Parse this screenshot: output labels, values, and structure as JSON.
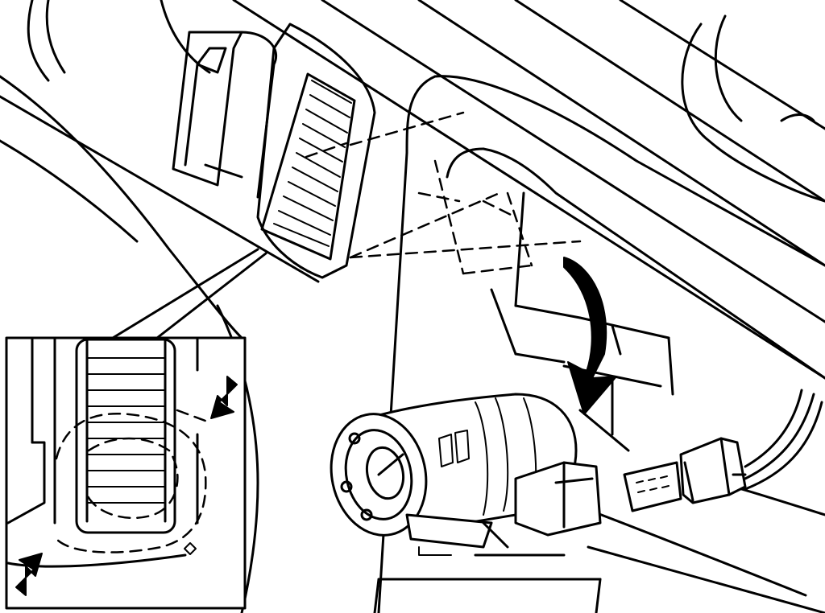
{
  "figure": {
    "background": "#ffffff",
    "line_color": "#000000",
    "parts": [
      "dashboard-panel",
      "air-vent",
      "ignition-lock-cylinder",
      "electrical-connector",
      "rotation-arrow",
      "detail-inset"
    ]
  }
}
